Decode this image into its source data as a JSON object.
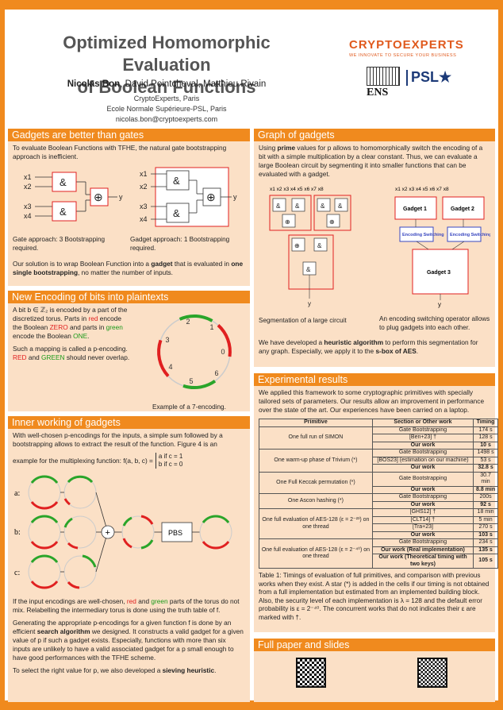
{
  "header": {
    "title_line1": "Optimized Homomorphic Evaluation",
    "title_line2": "of Boolean Functions",
    "author1": "Nicolas Bon",
    "authors_rest": ", David Pointcheval, Matthieu Rivain",
    "affil1": "CryptoExperts, Paris",
    "affil2": "Ecole Normale Supérieure-PSL, Paris",
    "email": "nicolas.bon@cryptoexperts.com",
    "logo_ce_name": "CRYPTOEXPERTS",
    "logo_ce_tag": "WE INNOVATE TO SECURE YOUR BUSINESS",
    "logo_ens": "ENS",
    "logo_psl": "PSL"
  },
  "gadgets": {
    "heading": "Gadgets are better than gates",
    "intro": "To evaluate Boolean Functions with TFHE, the natural gate bootstrapping approach is inefficient.",
    "cap_gate": "Gate approach: 3 Bootstrapping required.",
    "cap_gadget": "Gadget approach: 1 Bootstrapping required.",
    "sol_a": "Our solution is to wrap Boolean Function into a ",
    "sol_b": "gadget",
    "sol_c": " that is evaluated in ",
    "sol_d": "one single bootstrapping",
    "sol_e": ", no matter the number of inputs.",
    "x1": "x1",
    "x2": "x2",
    "x3": "x3",
    "x4": "x4",
    "y": "y",
    "and": "&",
    "xor": "⊕"
  },
  "encoding": {
    "heading": "New Encoding of bits into plaintexts",
    "p1": "A bit b ∈ ℤ₂ is encoded by a part of the discretized torus. Parts in red encode the Boolean ZERO and parts in green encode the Boolean ONE.",
    "p1_a": "A bit b ∈ ℤ₂ is encoded by a part of the discretized torus. Parts in ",
    "p1_red": "red",
    "p1_b": " encode the Boolean ",
    "p1_zero": "ZERO",
    "p1_c": " and parts in ",
    "p1_green": "green",
    "p1_d": " encode the Boolean ",
    "p1_one": "ONE",
    "p1_e": ".",
    "p2_a": "Such a mapping is called a p-encoding. ",
    "p2_red": "RED",
    "p2_b": " and ",
    "p2_green": "GREEN",
    "p2_c": " should never overlap.",
    "caption": "Example of a 7-encoding.",
    "labels": [
      "0",
      "1",
      "2",
      "3",
      "4",
      "5",
      "6"
    ]
  },
  "inner": {
    "heading": "Inner working of gadgets",
    "p1": "With well-chosen p-encodings for the inputs, a simple sum followed by a bootstrapping allows to extract the result of the function. Figure 4 is an",
    "p2": "example for the multiplexing function: f(a, b, c) =",
    "case1": "a if c = 1",
    "case2": "b if c = 0",
    "label_a": "a:",
    "label_b": "b:",
    "label_c": "c:",
    "plus": "+",
    "pbs": "PBS",
    "p3_a": "If the input encodings are well-chosen, ",
    "p3_red": "red",
    "p3_b": " and ",
    "p3_green": "green",
    "p3_c": " parts of the torus do not mix. Relabelling the intermediary torus is done using the truth table of f.",
    "p4_a": "Generating the appropriate p-encodings for a given function f is done by an efficient ",
    "p4_b": "search algorithm",
    "p4_c": " we designed. It constructs a valid gadget for a given value of p if such a gadget exists. Especially, functions with more than six inputs are unlikely to have a valid associated gadget for a p small enough to have good performances with the TFHE scheme.",
    "p5_a": "To select the right value for p, we also developed a ",
    "p5_b": "sieving heuristic",
    "p5_c": "."
  },
  "graph": {
    "heading": "Graph of gadgets",
    "p1_a": "Using ",
    "p1_b": "prime",
    "p1_c": " values for p allows to homomorphically switch the encoding of a bit with a simple multiplication by a clear constant. Thus, we can evaluate a large Boolean circuit by segmenting it into smaller functions that can be evaluated with a gadget.",
    "inputs": "x1 x2  x3 x4  x5 x6  x7 x8",
    "gadget1": "Gadget 1",
    "gadget2": "Gadget 2",
    "gadget3": "Gadget 3",
    "enc_sw": "Encoding Switching",
    "cap1": "Segmentation of a large circuit",
    "cap2": "An encoding switching operator allows to plug gadgets into each other.",
    "p2_a": "We have developed a ",
    "p2_b": "heuristic algorithm",
    "p2_c": " to perform this segmentation for any graph. Especially, we apply it to the ",
    "p2_d": "s-box of AES",
    "p2_e": "."
  },
  "experimental": {
    "heading": "Experimental results",
    "intro": "We applied this framework to some cryptographic primitives with specially tailored sets of parameters. Our results allow an improvement in performance over the state of the art. Our experiences have been carried on a laptop.",
    "columns": [
      "Primitive",
      "Section or Other work",
      "Timing"
    ],
    "rows": [
      {
        "primitive": "One full run of SIMON",
        "entries": [
          [
            "Gate Bootstrapping",
            "174 s"
          ],
          [
            "[Ben+23] †",
            "128 s"
          ],
          [
            "Our work",
            "10 s"
          ]
        ]
      },
      {
        "primitive": "One warm-up phase of Trivium (*)",
        "entries": [
          [
            "Gate Bootstrapping",
            "1498 s"
          ],
          [
            "[BOS23] (estimation on our machine)",
            "53 s"
          ],
          [
            "Our work",
            "32.8 s"
          ]
        ]
      },
      {
        "primitive": "One Full Keccak permutation (*)",
        "entries": [
          [
            "Gate Bootstrapping",
            "30.7 min"
          ],
          [
            "Our work",
            "8.8 min"
          ]
        ]
      },
      {
        "primitive": "One Ascon hashing (*)",
        "entries": [
          [
            "Gate Bootstrapping",
            "200s"
          ],
          [
            "Our work",
            "92 s"
          ]
        ]
      },
      {
        "primitive": "One full evaluation of AES-128 (ε = 2⁻²³) on one thread",
        "entries": [
          [
            "[GHS12] †",
            "18 min"
          ],
          [
            "[CLT14] †",
            "5 min"
          ],
          [
            "[Tra+23]",
            "270 s"
          ],
          [
            "Our work",
            "103 s"
          ]
        ]
      },
      {
        "primitive": "One full evaluation of AES-128 (ε = 2⁻⁴⁰) on one thread",
        "entries": [
          [
            "Gate Bootstrapping",
            "234 s"
          ],
          [
            "Our work (Real implementation)",
            "135 s"
          ],
          [
            "Our work (Theoretical timing with two keys)",
            "105 s"
          ]
        ]
      }
    ],
    "caption": "Table 1: Timings of evaluation of full primitives, and comparison with previous works when they exist. A star (*) is added in the cells if our timing is not obtained from a full implementation but estimated from an implemented building block. Also, the security level of each implementation is λ = 128 and the default error probability is ε = 2⁻⁴⁰. The concurrent works that do not indicates their ε are marked with †."
  },
  "paper": {
    "heading": "Full paper and slides"
  }
}
